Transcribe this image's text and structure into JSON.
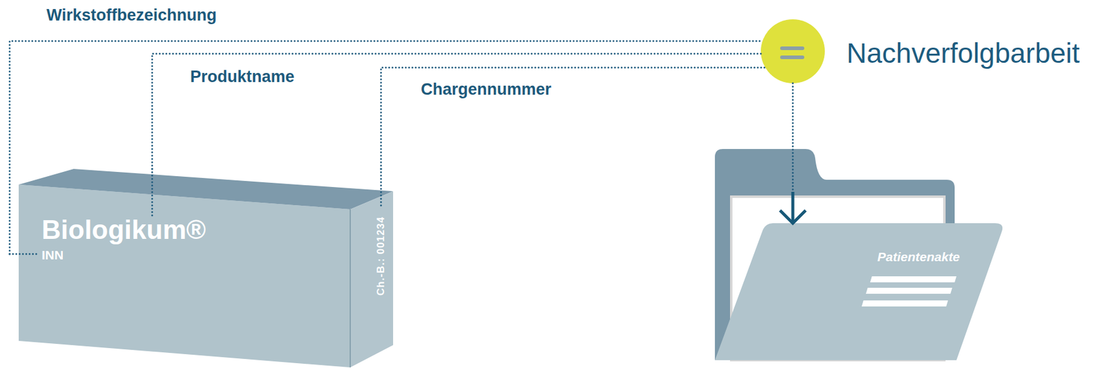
{
  "diagram": {
    "nodes": [
      {
        "text": [
          "Biologikum®",
          "INN",
          "Ch.-B.: 001234"
        ]
      },
      {
        "text": [
          "Nachverfolgbarbeit"
        ]
      },
      {
        "text": [
          "Patientenakte"
        ]
      }
    ],
    "edges": [
      {
        "from": 0,
        "to": 1,
        "arrow": "none",
        "label": "Wirkstoffbezeichnung"
      },
      {
        "from": 0,
        "to": 1,
        "arrow": "none",
        "label": "Produktname"
      },
      {
        "from": 0,
        "to": 1,
        "arrow": "none",
        "label": "Chargennummer"
      },
      {
        "from": 1,
        "to": 2,
        "arrow": "to"
      }
    ]
  }
}
